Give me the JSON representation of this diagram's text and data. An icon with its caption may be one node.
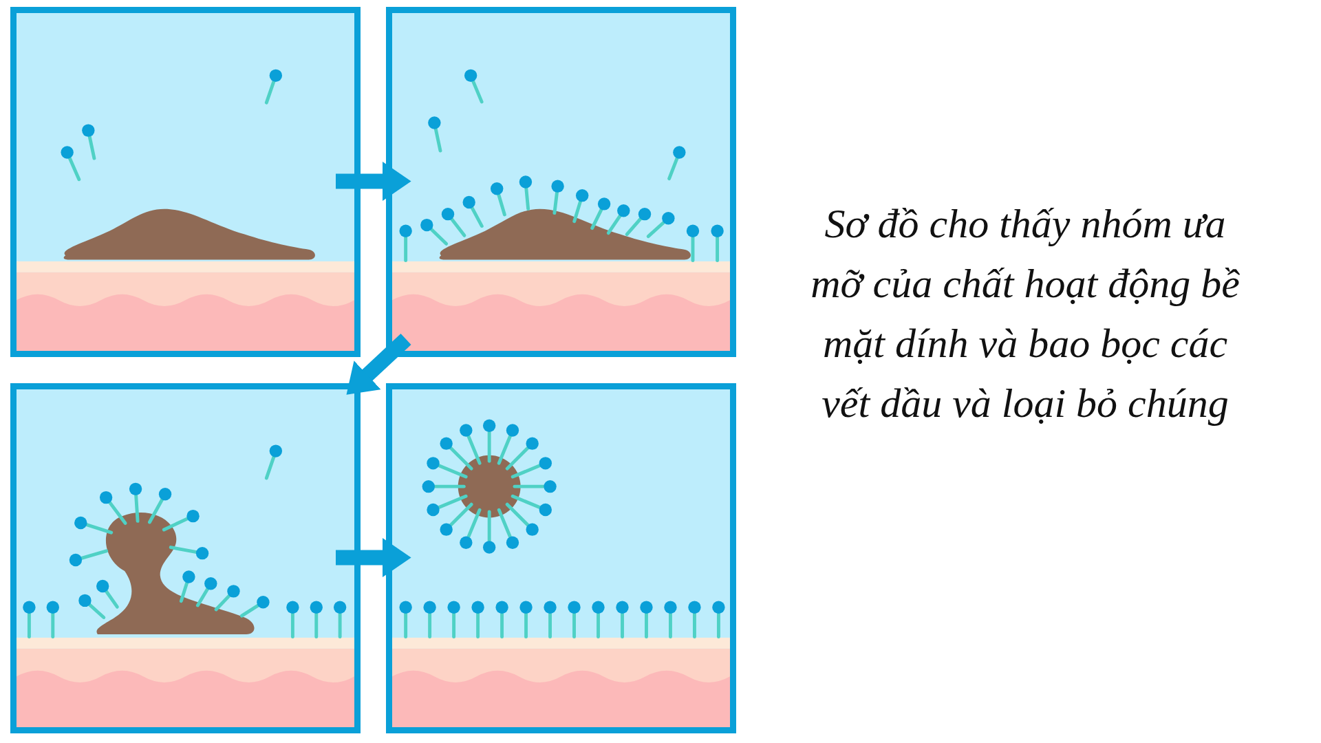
{
  "diagram": {
    "caption": "Sơ đồ cho thấy nhóm ưa mỡ của chất hoạt động bề mặt dính và bao bọc các vết dầu và loại bỏ chúng",
    "nodes": [
      {
        "text": [],
        "shape": "picture"
      },
      {
        "text": [],
        "shape": "picture"
      },
      {
        "text": [],
        "shape": "picture"
      },
      {
        "text": [],
        "shape": "picture"
      }
    ],
    "edges": [
      {
        "from": 0,
        "to": 1,
        "arrow": "to"
      },
      {
        "from": 1,
        "to": 2,
        "arrow": "to"
      },
      {
        "from": 2,
        "to": 3,
        "arrow": "to"
      }
    ]
  }
}
